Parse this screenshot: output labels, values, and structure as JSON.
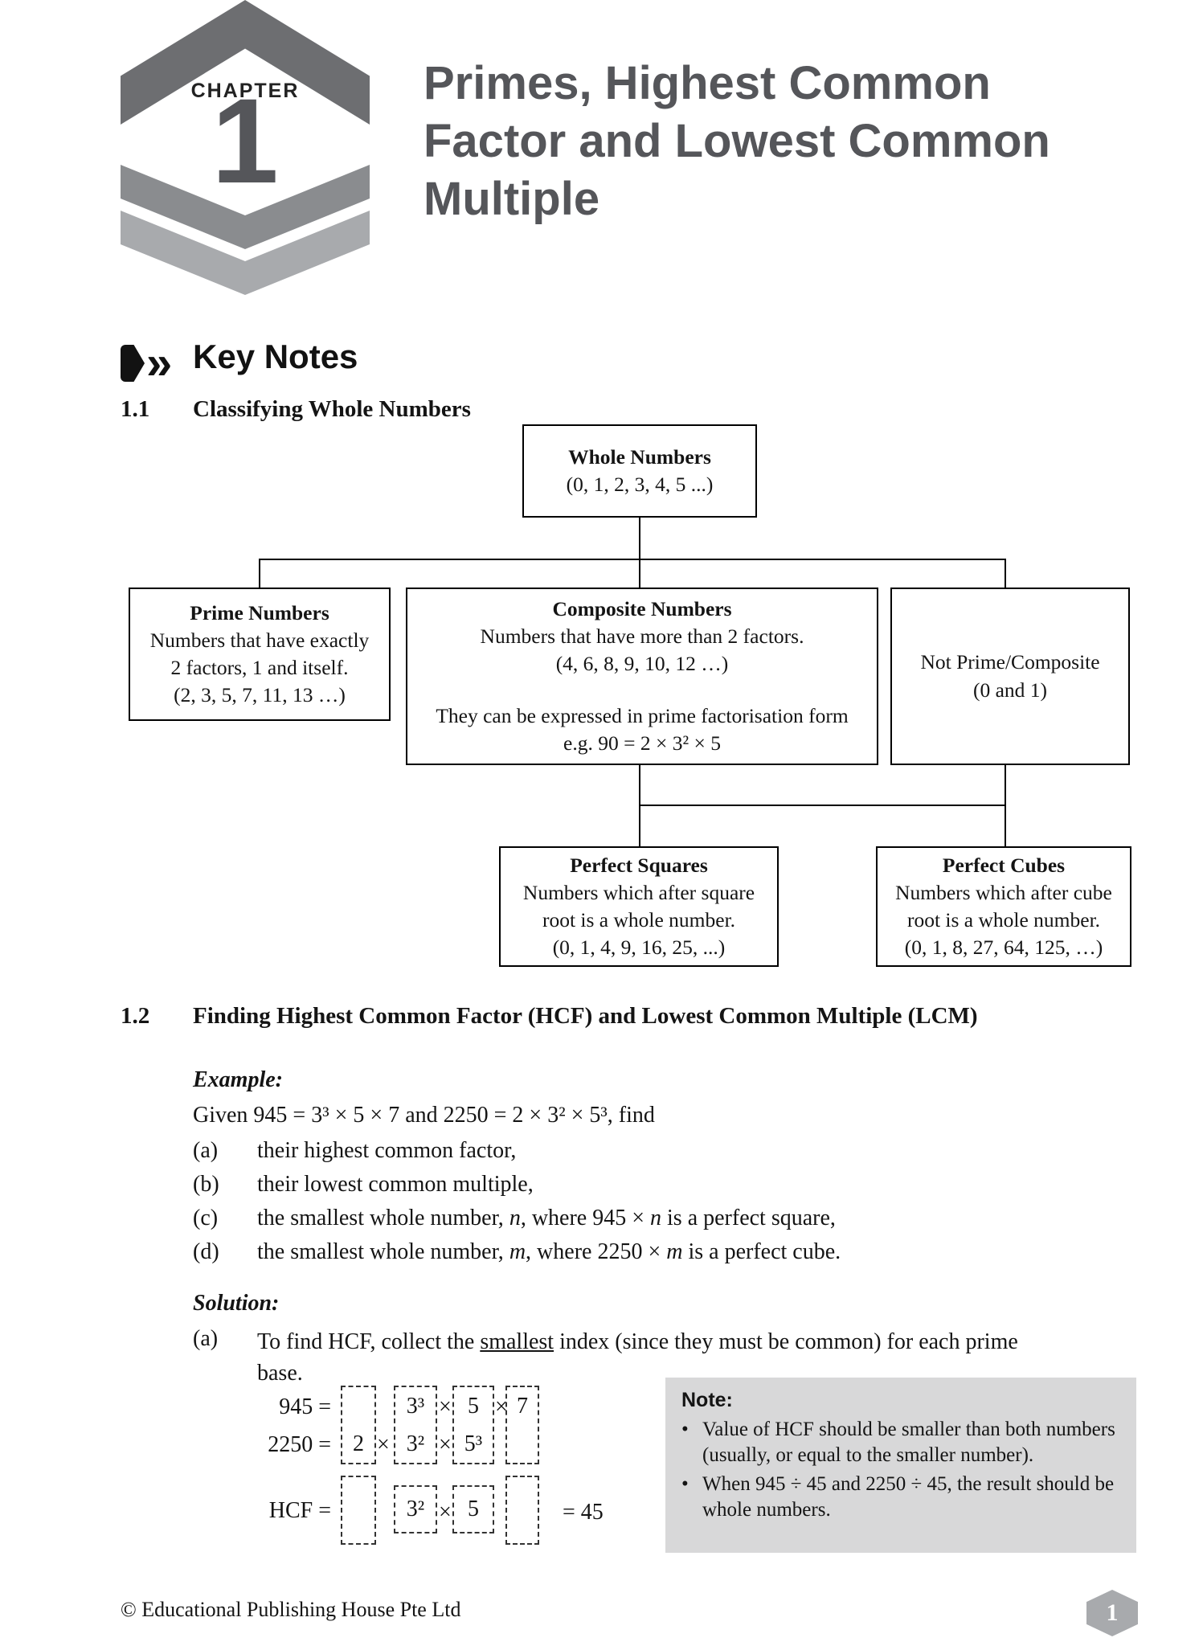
{
  "colors": {
    "title_gray": "#55565a",
    "chevron_dark": "#6d6e71",
    "chevron_mid": "#8a8c8f",
    "chevron_light": "#a8aaad",
    "note_bg": "#d8d8d9",
    "page_badge": "#a8aaad"
  },
  "icons": {
    "double_chevron": "»"
  },
  "header": {
    "chapter_label": "CHAPTER",
    "chapter_number": "1",
    "title": "Primes, Highest Common Factor and Lowest Common Multiple"
  },
  "key_notes": {
    "heading": "Key Notes"
  },
  "sections": {
    "s11": {
      "number": "1.1",
      "title": "Classifying Whole Numbers"
    },
    "s12": {
      "number": "1.2",
      "title": "Finding Highest Common Factor (HCF) and Lowest Common Multiple (LCM)"
    }
  },
  "flowchart": {
    "whole": {
      "title": "Whole Numbers",
      "subtitle": "(0, 1, 2, 3, 4, 5 ...)"
    },
    "prime": {
      "title": "Prime Numbers",
      "line1": "Numbers that have exactly",
      "line2": "2 factors, 1 and itself.",
      "line3": "(2, 3, 5, 7, 11, 13 …)"
    },
    "composite": {
      "title": "Composite Numbers",
      "line1": "Numbers that have more than 2 factors.",
      "line2": "(4, 6, 8, 9, 10, 12 …)",
      "line3": "They can be expressed in prime factorisation form",
      "line4": "e.g. 90 = 2 × 3² × 5"
    },
    "not_prime": {
      "line1": "Not Prime/Composite",
      "line2": "(0 and 1)"
    },
    "squares": {
      "title": "Perfect Squares",
      "line1": "Numbers which after square",
      "line2": "root is a whole number.",
      "line3": "(0, 1, 4, 9, 16, 25, ...)"
    },
    "cubes": {
      "title": "Perfect Cubes",
      "line1": "Numbers which after cube",
      "line2": "root is a whole number.",
      "line3": "(0, 1, 8, 27, 64, 125, …)"
    }
  },
  "example": {
    "heading": "Example:",
    "given": "Given 945 = 3³ × 5 × 7 and 2250 = 2 × 3² × 5³, find",
    "items": {
      "a": {
        "label": "(a)",
        "text": "their highest common factor,"
      },
      "b": {
        "label": "(b)",
        "text": "their lowest common multiple,"
      },
      "c": {
        "label": "(c)",
        "pre": "the smallest whole number, ",
        "var1": "n",
        "mid": ", where 945 × ",
        "var2": "n",
        "post": " is a perfect square,"
      },
      "d": {
        "label": "(d)",
        "pre": "the smallest whole number, ",
        "var1": "m",
        "mid": ", where 2250 × ",
        "var2": "m",
        "post": " is a perfect cube."
      }
    }
  },
  "solution": {
    "heading": "Solution:",
    "a_label": "(a)",
    "a_pre": "To find HCF, collect the ",
    "a_underlined": "smallest",
    "a_post": " index (since they must be common) for each prime base."
  },
  "working": {
    "row1_label": "945 =",
    "row2_label": "2250 =",
    "row3_label": "HCF =",
    "c1": {
      "r1": "",
      "r2": "2",
      "r3": ""
    },
    "c2": {
      "r1": "3³",
      "r2": "3²",
      "r3": "3²"
    },
    "c3": {
      "r1": "5",
      "r2": "5³",
      "r3": "5"
    },
    "c4": {
      "r1": "7",
      "r2": "",
      "r3": ""
    },
    "times": "×",
    "result": "= 45"
  },
  "note": {
    "heading": "Note:",
    "bullet": "•",
    "bullet1": "Value of HCF should be smaller than both numbers (usually, or equal to the smaller number).",
    "bullet2": "When 945 ÷ 45 and 2250 ÷ 45, the result should be whole numbers."
  },
  "footer": {
    "copyright": "© Educational Publishing House Pte Ltd",
    "page_number": "1"
  }
}
